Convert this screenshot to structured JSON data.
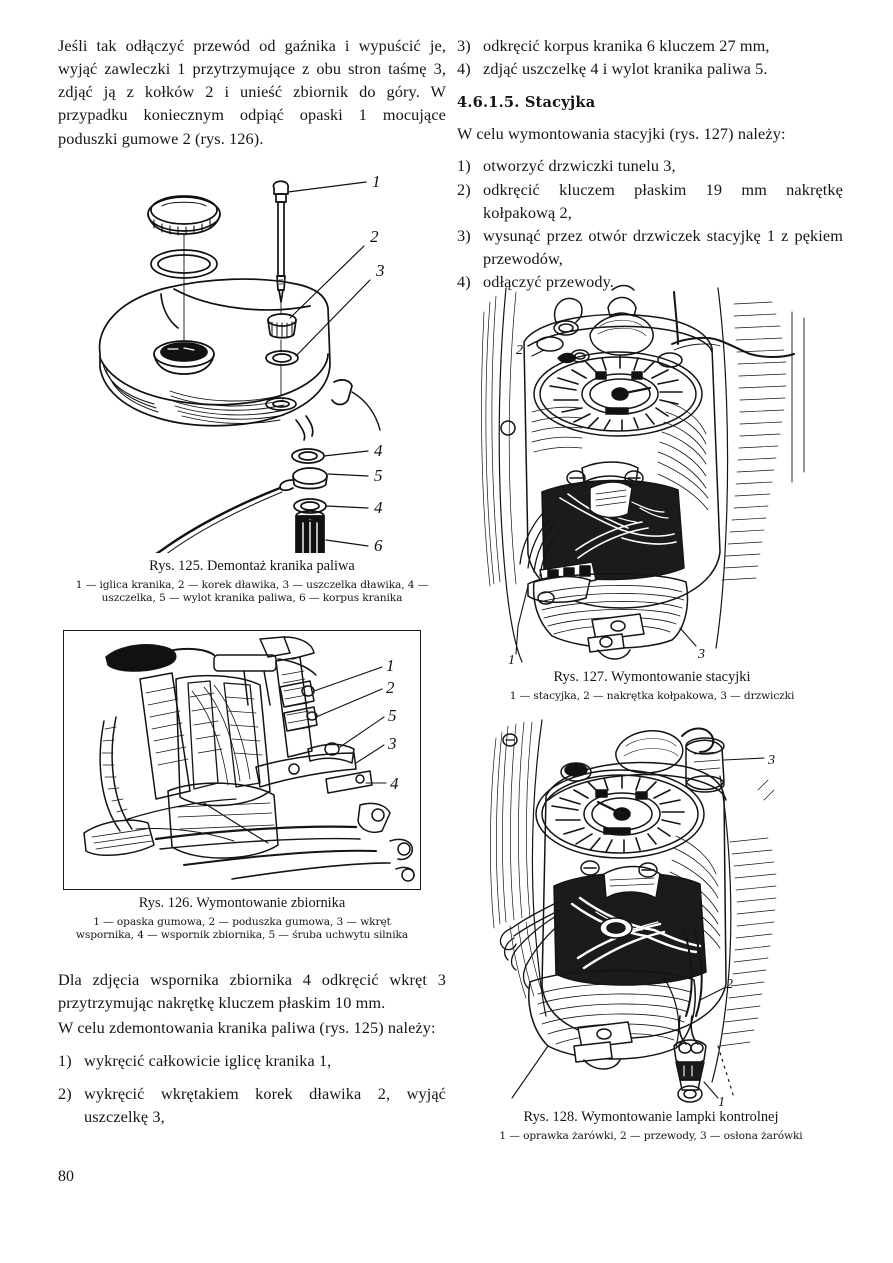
{
  "page": {
    "number": "80",
    "language": "pl"
  },
  "left_column": {
    "intro_paragraph": "Jeśli tak odłączyć przewód od gaźnika i wypuścić je, wyjąć zawleczki 1 przytrzymujące z obu stron taśmę 3, zdjąć ją z kołków 2 i unieść zbiornik do góry. W przypadku koniecznym odpiąć opaski 1 mocujące poduszki gumowe 2 (rys. 126).",
    "paragraph_support": "Dla zdjęcia wspornika zbiornika 4 odkręcić wkręt 3 przytrzymując nakrętkę kluczem płaskim 10 mm.",
    "paragraph_tap_intro": "W celu zdemontowania kranika paliwa (rys. 125) należy:",
    "tap_steps": [
      {
        "num": "1)",
        "text": "wykręcić całkowicie iglicę kranika 1,"
      },
      {
        "num": "2)",
        "text": "wykręcić wkrętakiem korek dławika 2, wyjąć uszczelkę 3,"
      }
    ]
  },
  "right_column": {
    "tap_steps_cont": [
      {
        "num": "3)",
        "text": "odkręcić korpus kranika 6 kluczem 27 mm,"
      },
      {
        "num": "4)",
        "text": "zdjąć uszczelkę 4 i wylot kranika paliwa 5."
      }
    ],
    "section_heading": "4.6.1.5. Stacyjka",
    "ignition_intro": "W celu wymontowania stacyjki (rys. 127) należy:",
    "ignition_steps": [
      {
        "num": "1)",
        "text": "otworzyć drzwiczki tunelu 3,"
      },
      {
        "num": "2)",
        "text": "odkręcić kluczem płaskim 19 mm nakrętkę kołpakową 2,"
      },
      {
        "num": "3)",
        "text": "wysunąć przez otwór drzwiczek stacyjkę 1 z pękiem przewodów,"
      },
      {
        "num": "4)",
        "text": "odłączyć przewody."
      }
    ]
  },
  "figures": [
    {
      "id": "rys-125",
      "caption": "Rys. 125. Demontaż kranika paliwa",
      "key": "1 — iglica kranika, 2 — korek dławika, 3 — uszczelka dławika, 4 — uszczelka, 5 — wylot kranika paliwa, 6 — korpus kranika",
      "callouts": [
        "1",
        "2",
        "3",
        "4",
        "5",
        "4",
        "6"
      ]
    },
    {
      "id": "rys-126",
      "caption": "Rys. 126. Wymontowanie zbiornika",
      "key": "1 — opaska gumowa, 2 — poduszka gumowa, 3 — wkręt wspornika, 4 — wspornik zbiornika, 5 — śruba uchwytu silnika",
      "callouts": [
        "1",
        "2",
        "5",
        "3",
        "4"
      ],
      "framed": true
    },
    {
      "id": "rys-127",
      "caption": "Rys. 127. Wymontowanie stacyjki",
      "key": "1 — stacyjka, 2 — nakrętka kołpakowa, 3 — drzwiczki",
      "callouts": [
        "2",
        "1",
        "3"
      ]
    },
    {
      "id": "rys-128",
      "caption": "Rys. 128. Wymontowanie lampki kontrolnej",
      "key": "1 — oprawka żarówki, 2 — przewody, 3 — osłona żarówki",
      "callouts": [
        "3",
        "2",
        "1"
      ]
    }
  ],
  "colors": {
    "ink": "#151515",
    "paper": "#ffffff"
  }
}
